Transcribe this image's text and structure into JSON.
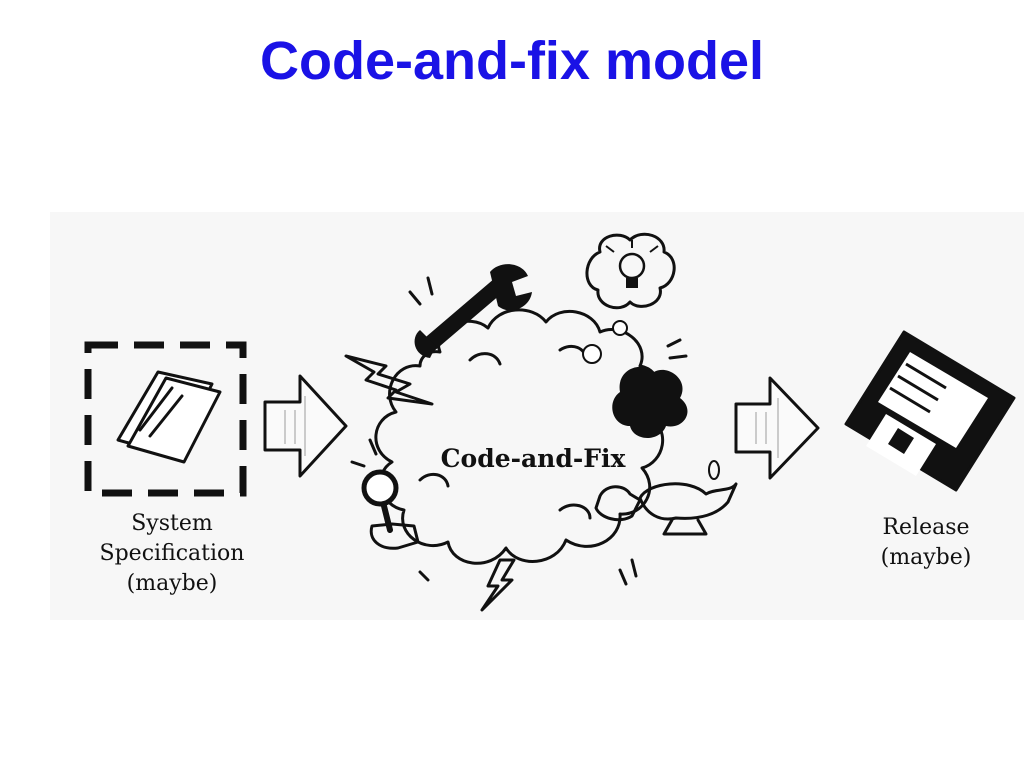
{
  "title": "Code-and-fix model",
  "colors": {
    "title": "#1a12e6",
    "ink": "#111111",
    "panel": "#f7f7f7"
  },
  "stages": {
    "spec_label": [
      "System",
      "Specification",
      "(maybe)"
    ],
    "core_label": "Code-and-Fix",
    "release_label": [
      "Release",
      "(maybe)"
    ]
  },
  "icons": [
    "document-icon",
    "arrow-right-icon",
    "cloud-icon",
    "wrench-icon",
    "lightbulb-icon",
    "lightning-icon",
    "magnifier-icon",
    "magic-lamp-icon",
    "floppy-disk-icon"
  ]
}
